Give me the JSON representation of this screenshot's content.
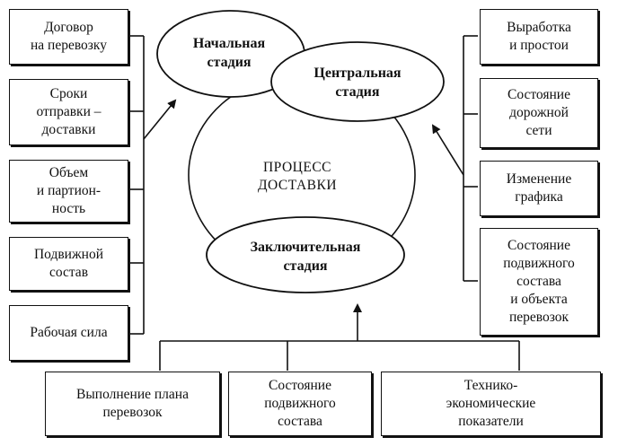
{
  "stages": {
    "initial": "Начальная\nстадия",
    "central": "Центральная\nстадия",
    "final": "Заключительная\nстадия",
    "process": "ПРОЦЕСС\nДОСТАВКИ"
  },
  "left_factors": [
    "Договор\nна перевозку",
    "Сроки\nотправки –\nдоставки",
    "Объем\nи партион-\nность",
    "Подвижной\nсостав",
    "Рабочая сила"
  ],
  "right_factors": [
    "Выработка\nи простои",
    "Состояние\nдорожной\nсети",
    "Изменение\nграфика",
    "Состояние\nподвижного\nсостава\nи объекта\nперевозок"
  ],
  "bottom_factors": [
    "Выполнение плана\nперевозок",
    "Состояние\nподвижного\nсостава",
    "Технико-\nэкономические\nпоказатели"
  ]
}
